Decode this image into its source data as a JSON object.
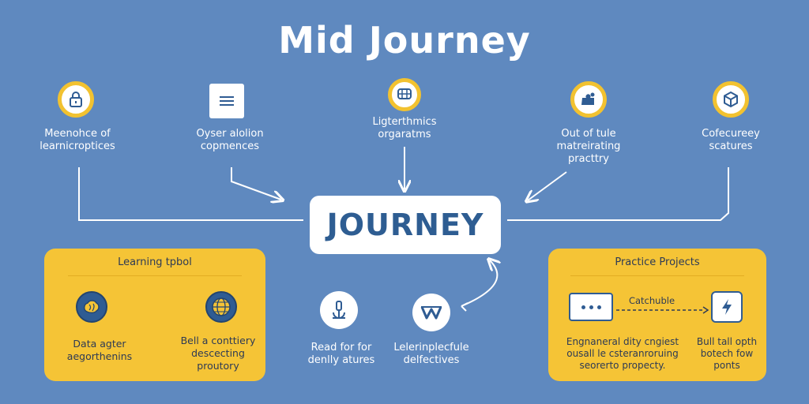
{
  "title": "Mid Journey",
  "center": {
    "label": "JOURNEY"
  },
  "top_nodes": [
    {
      "icon": "lock-icon",
      "label_lines": [
        "Meenohce of",
        "learnicroptices"
      ]
    },
    {
      "icon": "document-icon",
      "label_lines": [
        "Oyser alolion",
        "copmences"
      ]
    },
    {
      "icon": "chat-grid-icon",
      "label_lines": [
        "Ligterthmics",
        "orgaratms"
      ]
    },
    {
      "icon": "puzzle-icon",
      "label_lines": [
        "Out of tule",
        "matreirating",
        "practtry"
      ]
    },
    {
      "icon": "cube-icon",
      "label_lines": [
        "Cofecureey",
        "scatures"
      ]
    }
  ],
  "left_panel": {
    "title": "Learning tpbol",
    "items": [
      {
        "icon": "brain-icon",
        "label_lines": [
          "Data agter",
          "aegorthenins"
        ]
      },
      {
        "icon": "globe-icon",
        "label_lines": [
          "Bell a conttiery",
          "descecting",
          "proutory"
        ]
      }
    ]
  },
  "middle_items": [
    {
      "icon": "microscope-icon",
      "label_lines": [
        "Read for for",
        "denlly atures"
      ]
    },
    {
      "icon": "w-letter-icon",
      "label_lines": [
        "Lelerinplecfule",
        "delfectives"
      ]
    }
  ],
  "right_panel": {
    "title": "Practice Projects",
    "arrow_label": "Catchuble",
    "items": [
      {
        "icon": "dots-window-icon",
        "label_lines": [
          "Engnaneral dity cngiest",
          "ousall le csteranroruing",
          "seorerto propecty."
        ]
      },
      {
        "icon": "bolt-icon",
        "label_lines": [
          "Bull tall opth",
          "botech fow",
          "ponts"
        ]
      }
    ]
  },
  "colors": {
    "background": "#5f89bf",
    "accent_yellow": "#f5c436",
    "navy": "#2f5c93",
    "white": "#ffffff"
  }
}
